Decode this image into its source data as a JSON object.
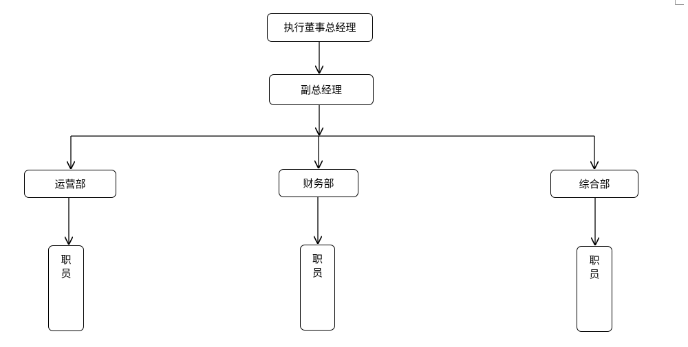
{
  "nodes": {
    "ceo": "执行董事总经理",
    "vp": "副总经理",
    "ops": "运营部",
    "finance": "财务部",
    "general": "综合部",
    "staff1": "职员",
    "staff2": "职员",
    "staff3": "职员"
  }
}
